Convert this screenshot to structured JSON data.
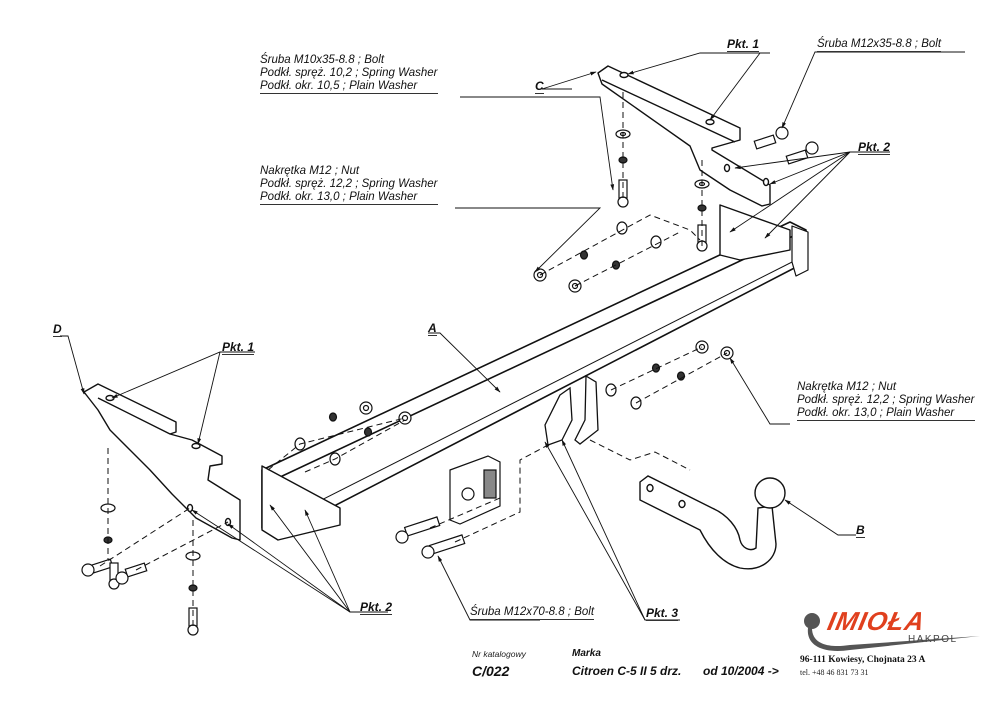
{
  "labels": {
    "bolt_m10": {
      "line1": "Śruba M10x35-8.8   ;  Bolt",
      "line2": "Podkł. spręż. 10,2 ; Spring Washer",
      "line3": "Podkł. okr. 10,5 ;  Plain Washer"
    },
    "nut_m12_left": {
      "line1": "Nakrętka  M12 ; Nut",
      "line2": "Podkł. spręż. 12,2 ; Spring Washer",
      "line3": "Podkł. okr. 13,0 ;  Plain Washer"
    },
    "bolt_m12x35": "Śruba M12x35-8.8   ;  Bolt",
    "nut_m12_right": {
      "line1": "Nakrętka  M12 ; Nut",
      "line2": "Podkł. spręż. 12,2 ; Spring Washer",
      "line3": "Podkł. okr. 13,0 ;  Plain Washer"
    },
    "bolt_m12x70": "Śruba M12x70-8.8   ;  Bolt"
  },
  "points": {
    "pkt1_top": "Pkt. 1",
    "pkt2_top": "Pkt. 2",
    "pkt1_left": "Pkt. 1",
    "pkt2_bottom": "Pkt. 2",
    "pkt3": "Pkt. 3"
  },
  "parts": {
    "a": "A",
    "b": "B",
    "c": "C",
    "d": "D"
  },
  "title_block": {
    "catalog_label": "Nr katalogowy",
    "catalog_value": "C/022",
    "brand_label": "Marka",
    "brand_value": "Citroen C-5 II 5 drz.",
    "from_value": "od 10/2004 ->"
  },
  "company": {
    "logo_name": "IMIOŁA",
    "logo_sub": "HAKPOL",
    "address": "96-111 Kowiesy, Chojnata 23 A",
    "phone": "tel. +48 46 831 73 31",
    "logo_red": "#e0401e",
    "logo_gray": "#555555"
  },
  "colors": {
    "line": "#111111",
    "background": "#ffffff"
  }
}
